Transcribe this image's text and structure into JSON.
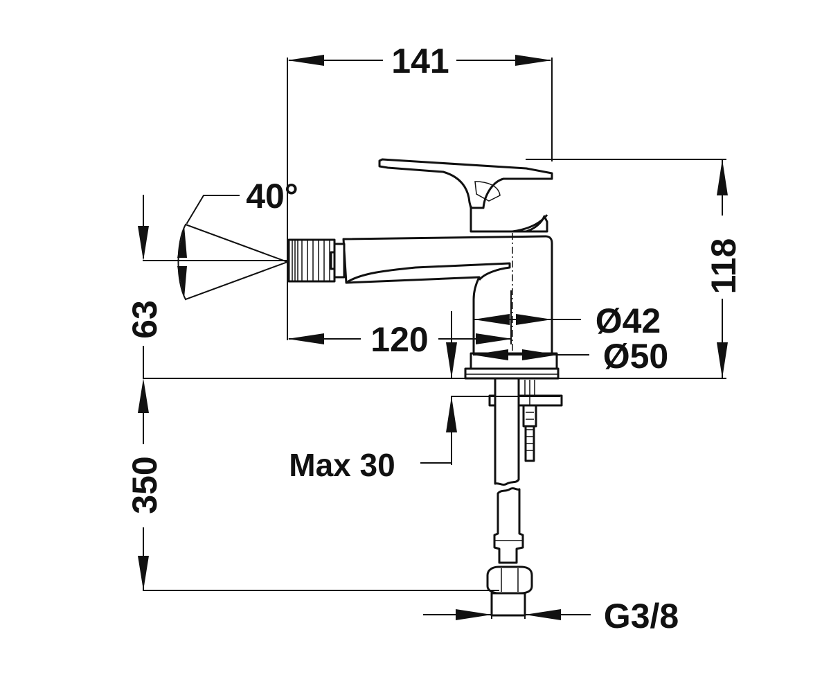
{
  "dimensions": {
    "width_total": "141",
    "spout_angle": "40°",
    "height_total": "118",
    "spout_height": "63",
    "spout_reach": "120",
    "body_diameter": "Ø42",
    "base_diameter": "Ø50",
    "max_thickness": "Max 30",
    "hose_length": "350",
    "thread": "G3/8"
  }
}
